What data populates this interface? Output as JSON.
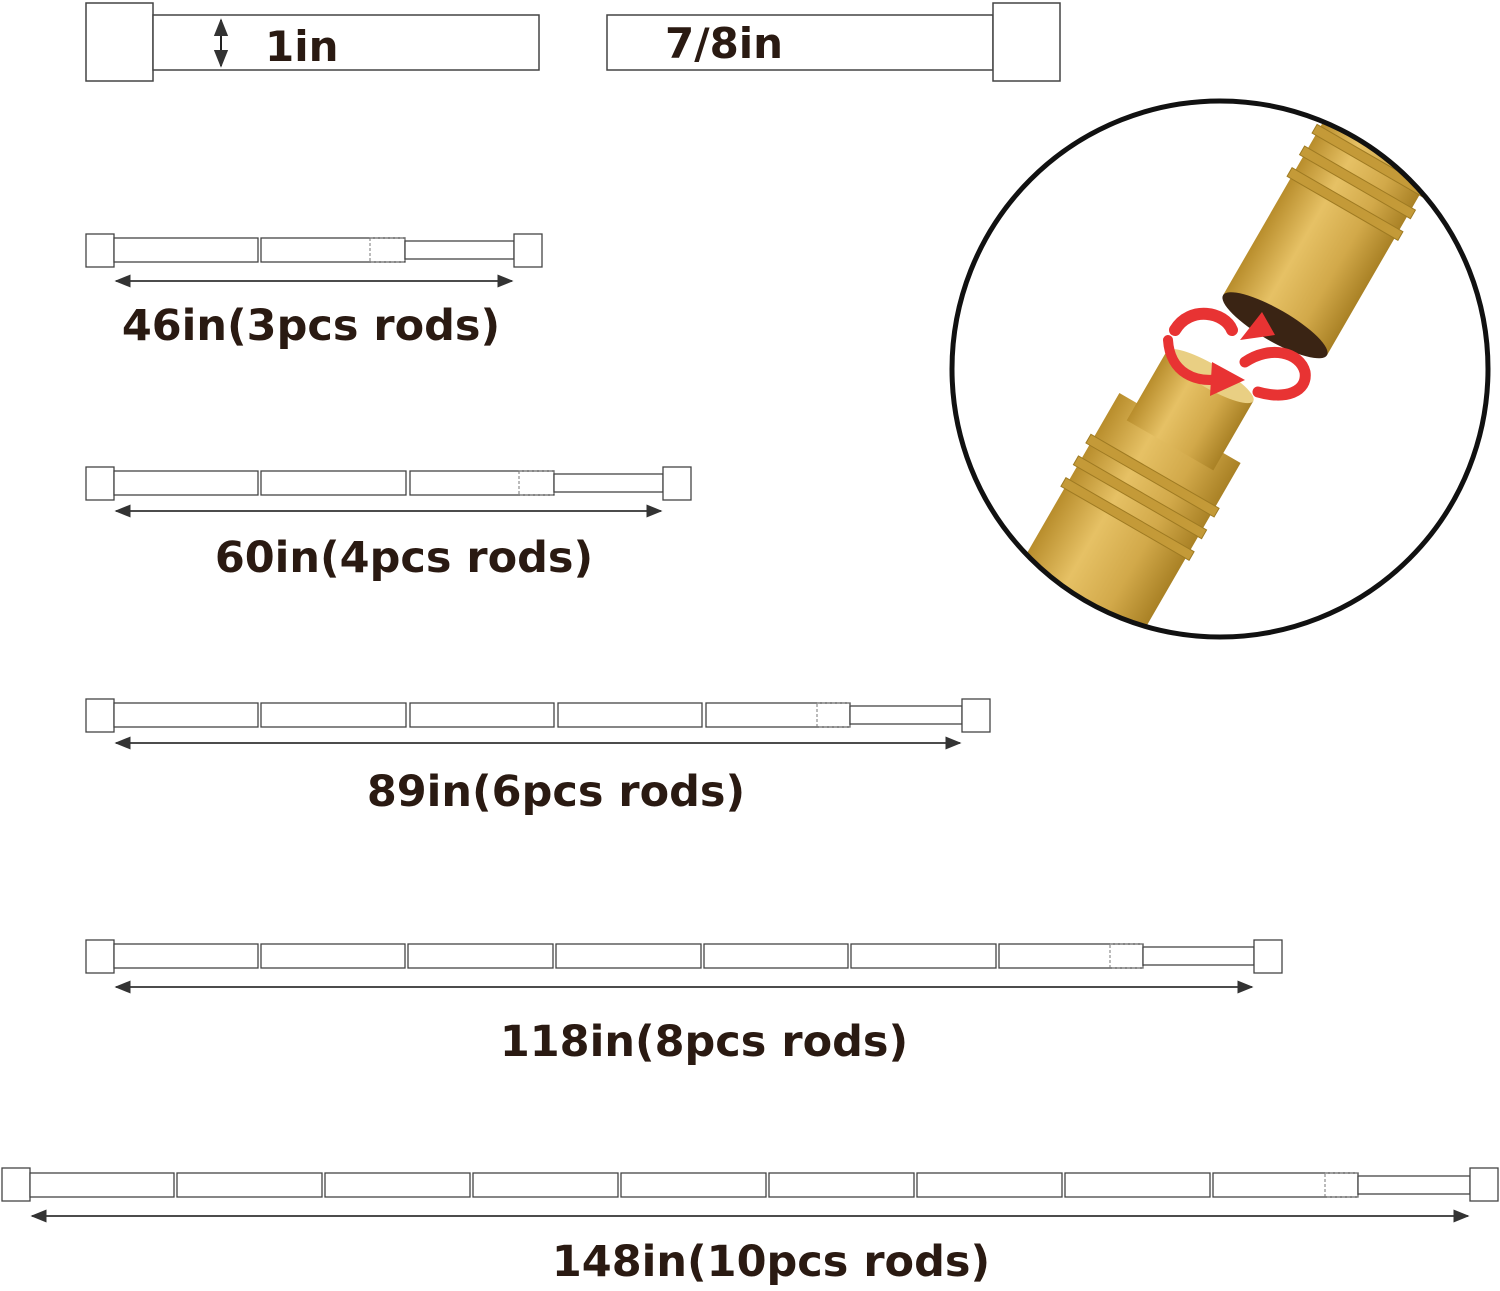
{
  "diameters": {
    "left_label": "1in",
    "right_label": "7/8in"
  },
  "rod_sets": [
    {
      "label": "46in(3pcs rods)"
    },
    {
      "label": "60in(4pcs rods)"
    },
    {
      "label": "89in(6pcs rods)"
    },
    {
      "label": "118in(8pcs rods)"
    },
    {
      "label": "148in(10pcs rods)"
    }
  ],
  "detail": {
    "icon": "twist-connect-arrows-icon",
    "rod_color": "#d4ab48",
    "arrow_color": "#e83333"
  },
  "colors": {
    "line": "#3a3a3a",
    "text": "#2a1a12"
  }
}
